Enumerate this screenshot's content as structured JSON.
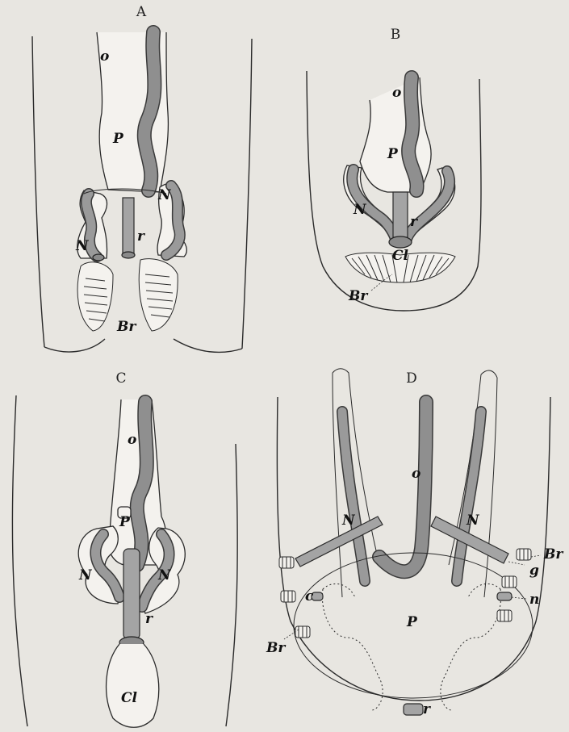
{
  "figure": {
    "panels": {
      "a": {
        "title": "A",
        "labels": {
          "o": "o",
          "p": "P",
          "n_left": "N",
          "n_right": "N",
          "r": "r",
          "br": "Br"
        }
      },
      "b": {
        "title": "B",
        "labels": {
          "o": "o",
          "p": "P",
          "n": "N",
          "r": "r",
          "cl": "Cl",
          "br": "Br"
        }
      },
      "c": {
        "title": "C",
        "labels": {
          "o": "o",
          "p": "P",
          "n_left": "N",
          "n_right": "N",
          "r": "r",
          "cl": "Cl"
        }
      },
      "d": {
        "title": "D",
        "labels": {
          "o": "o",
          "p": "P",
          "n_left": "N",
          "n_right": "N",
          "br_right": "Br",
          "br_left": "Br",
          "g": "g",
          "n_lower": "n",
          "c": "c",
          "r": "r"
        }
      }
    },
    "colors": {
      "background": "#e8e6e1",
      "ink": "#2a2a2a",
      "shading": "#8f8f8f"
    }
  }
}
